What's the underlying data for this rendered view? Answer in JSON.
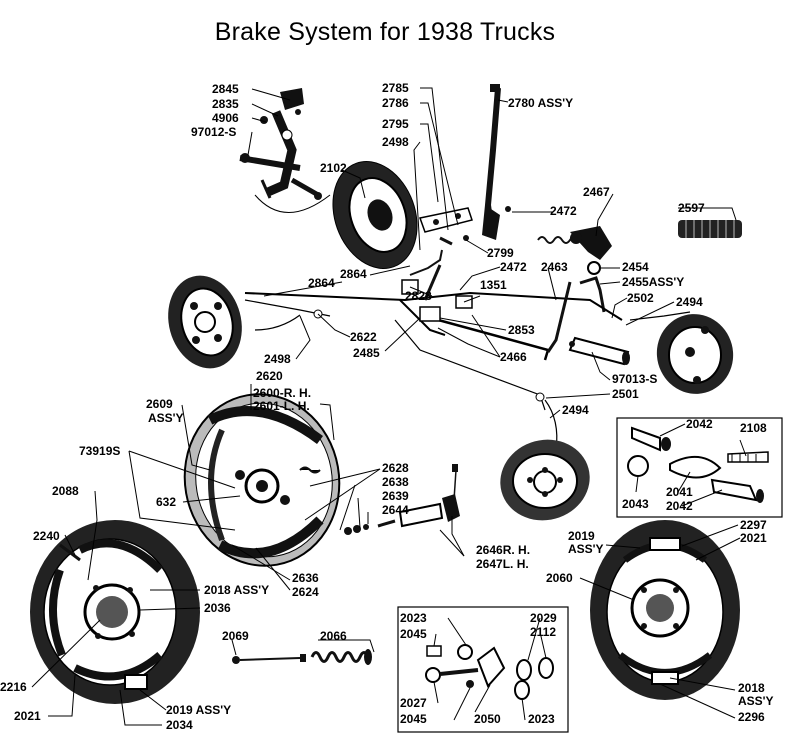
{
  "title": "Brake System for 1938 Trucks",
  "labels": {
    "p2845": "2845",
    "p2835": "2835",
    "p4906": "4906",
    "p97012s": "97012-S",
    "p2785": "2785",
    "p2786": "2786",
    "p2795": "2795",
    "p2498a": "2498",
    "p2780": "2780 ASS'Y",
    "p2102": "2102",
    "p2472a": "2472",
    "p2467": "2467",
    "p2597": "2597",
    "p2799": "2799",
    "p2472b": "2472",
    "p2463": "2463",
    "p2454": "2454",
    "p2455": "2455ASS'Y",
    "p2864a": "2864",
    "p2864b": "2864",
    "p2828": "2828",
    "p1351": "1351",
    "p2502": "2502",
    "p2494a": "2494",
    "p2622": "2622",
    "p2853": "2853",
    "p2498b": "2498",
    "p2485": "2485",
    "p2466": "2466",
    "p97013s": "97013-S",
    "p2501": "2501",
    "p2494b": "2494",
    "p2620": "2620",
    "p2600": "2600-R. H.",
    "p2601": "2601-L. H.",
    "p2609": "2609",
    "p2609b": "ASS'Y",
    "p73919s": "73919S",
    "p2628": "2628",
    "p2638": "2638",
    "p2639": "2639",
    "p2644": "2644",
    "p2088": "2088",
    "p632": "632",
    "p2646": "2646R. H.",
    "p2647": "2647L. H.",
    "p2636": "2636",
    "p2624": "2624",
    "p2240": "2240",
    "p2018a": "2018 ASS'Y",
    "p2036": "2036",
    "p2042a": "2042",
    "p2108": "2108",
    "p2043": "2043",
    "p2041": "2041",
    "p2042b": "2042",
    "p2019a": "2019",
    "p2019ab": "ASS'Y",
    "p2297": "2297",
    "p2021a": "2021",
    "p2060": "2060",
    "p2069": "2069",
    "p2066": "2066",
    "p2023a": "2023",
    "p2045a": "2045",
    "p2029": "2029",
    "p2112": "2112",
    "p2216": "2216",
    "p2027": "2027",
    "p2045b": "2045",
    "p2050": "2050",
    "p2023b": "2023",
    "p2021b": "2021",
    "p2034": "2034",
    "p2019b": "2019 ASS'Y",
    "p2018b": "2018",
    "p2018bb": "ASS'Y",
    "p2296": "2296"
  }
}
